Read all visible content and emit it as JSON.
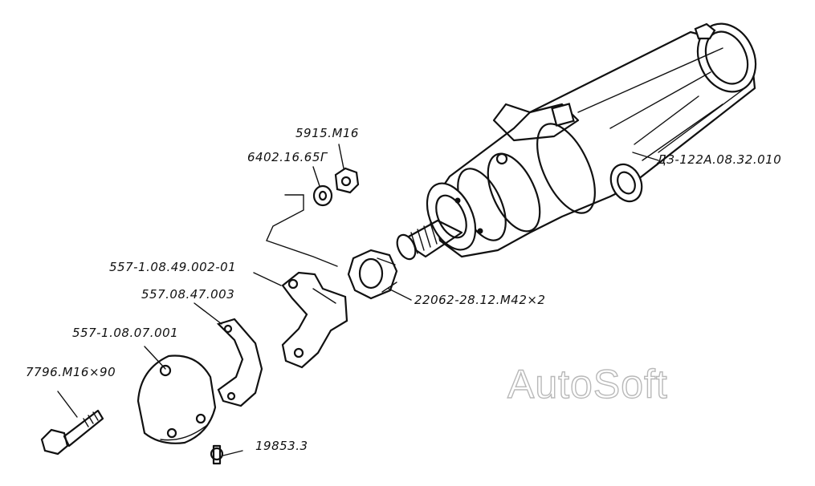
{
  "labels": {
    "cylinder": "ДЗ-122А.08.32.010",
    "nut_m16": "5915.М16",
    "washer": "6402.16.65Г",
    "clamp": "557-1.08.49.002-01",
    "plate": "557.08.47.003",
    "cover": "557-1.08.07.001",
    "bolt": "7796.М16×90",
    "lock_nut": "22062-28.12.М42×2",
    "screw": "19853.3"
  },
  "watermark": "AutoSoft"
}
